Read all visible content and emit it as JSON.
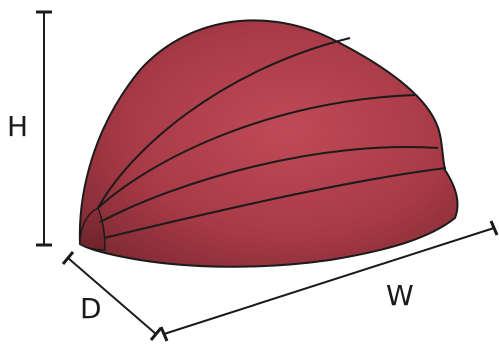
{
  "dimensions": {
    "height_label": "H",
    "depth_label": "D",
    "width_label": "W"
  },
  "colors": {
    "fill_main": "#a83a46",
    "fill_dark": "#7e2a33",
    "fill_light": "#c04a57",
    "outline": "#1b1b1b",
    "dimension_line": "#1b1b1b"
  }
}
